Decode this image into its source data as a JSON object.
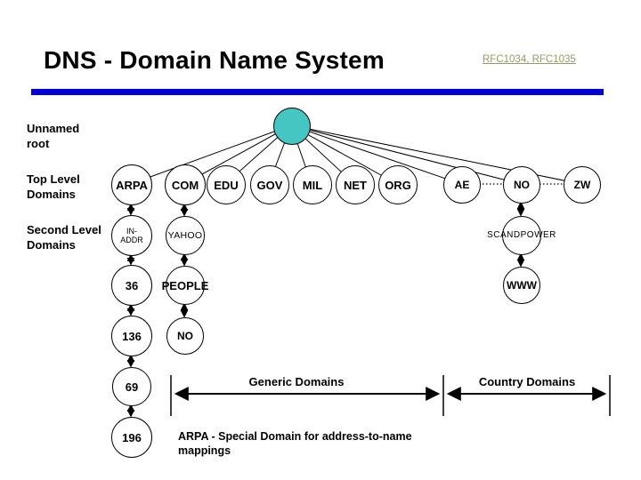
{
  "header": {
    "title": "DNS - Domain Name System",
    "rfc_link": "RFC1034, RFC1035"
  },
  "side_labels": {
    "unnamed_root": [
      "Unnamed",
      "root"
    ],
    "top_level": [
      "Top Level",
      "Domains"
    ],
    "second_level": [
      "Second Level",
      "Domains"
    ]
  },
  "tree": {
    "root_name": "Unnamed root",
    "top_level": [
      "ARPA",
      "COM",
      "EDU",
      "GOV",
      "MIL",
      "NET",
      "ORG",
      "AE",
      "NO",
      "ZW"
    ],
    "chains": {
      "arpa": [
        "IN-ADDR",
        "36",
        "136",
        "69",
        "196"
      ],
      "com": [
        "YAHOO",
        "PEOPLE",
        "NO"
      ],
      "no": [
        "SCANDPOWER",
        "WWW"
      ]
    }
  },
  "footer": {
    "generic_domains": "Generic Domains",
    "country_domains": "Country Domains",
    "note_lines": [
      "ARPA - Special Domain for address-to-name",
      "mappings"
    ]
  },
  "colors": {
    "root_fill": "#45C6C2",
    "divider_blue": "#0000DC",
    "link_olive": "#999966"
  }
}
